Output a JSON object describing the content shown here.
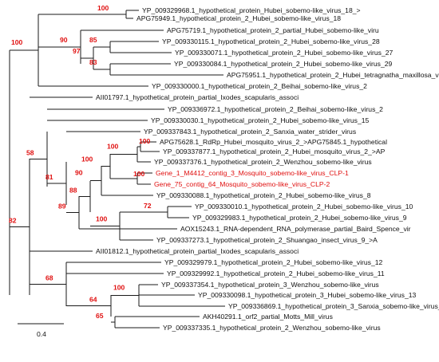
{
  "tree": {
    "leaves": [
      {
        "id": "L1",
        "label": "YP_009329968.1_hypothetical_protein_Hubei_sobemo-like_virus_18_>"
      },
      {
        "id": "L2",
        "label": "APG75949.1_hypothetical_protein_2_Hubei_sobemo-like_virus_18"
      },
      {
        "id": "L3",
        "label": "APG75719.1_hypothetical_protein_2_partial_Hubei_sobemo-like_viru"
      },
      {
        "id": "L4",
        "label": "YP_009330115.1_hypothetical_protein_2_Hubei_sobemo-like_virus_28"
      },
      {
        "id": "L5",
        "label": "YP_009330071.1_hypothetical_protein_2_Hubei_sobemo-like_virus_27"
      },
      {
        "id": "L6",
        "label": "YP_009330084.1_hypothetical_protein_2_Hubei_sobemo-like_virus_29"
      },
      {
        "id": "L7",
        "label": "APG75951.1_hypothetical_protein_2_Hubei_tetragnatha_maxillosa_vi"
      },
      {
        "id": "L8",
        "label": "YP_009330000.1_hypothetical_protein_2_Beihai_sobemo-like_virus_2"
      },
      {
        "id": "L9",
        "label": "AII01797.1_hypothetical_protein_partial_Ixodes_scapularis_associ"
      },
      {
        "id": "L10",
        "label": "YP_009336972.1_hypothetical_protein_2_Beihai_sobemo-like_virus_2"
      },
      {
        "id": "L11",
        "label": "YP_009330030.1_hypothetical_protein_2_Hubei_sobemo-like_virus_15"
      },
      {
        "id": "L12",
        "label": "YP_009337843.1_hypothetical_protein_2_Sanxia_water_strider_virus"
      },
      {
        "id": "L13",
        "label": "APG75628.1_RdRp_Hubei_mosquito_virus_2_>APG75845.1_hypothetical"
      },
      {
        "id": "L14",
        "label": "YP_009337877.1_hypothetical_protein_2_Hubei_mosquito_virus_2_>AP"
      },
      {
        "id": "L15",
        "label": "YP_009337376.1_hypothetical_protein_2_Wenzhou_sobemo-like_virus"
      },
      {
        "id": "L16",
        "label": "Gene_1_M4412_contig_3_Mosquito_sobemo-like_virus_CLP-1",
        "highlight": true
      },
      {
        "id": "L17",
        "label": "Gene_75_contig_64_Mosquito_sobemo-like_virus_CLP-2",
        "highlight": true
      },
      {
        "id": "L18",
        "label": "YP_009330088.1_hypothetical_protein_2_Hubei_sobemo-like_virus_8"
      },
      {
        "id": "L19",
        "label": "YP_009330010.1_hypothetical_protein_2_Hubei_sobemo-like_virus_10"
      },
      {
        "id": "L20",
        "label": "YP_009329983.1_hypothetical_protein_2_Hubei_sobemo-like_virus_9"
      },
      {
        "id": "L21",
        "label": "AOX15243.1_RNA-dependent_RNA_polymerase_partial_Baird_Spence_vir"
      },
      {
        "id": "L22",
        "label": "YP_009337273.1_hypothetical_protein_2_Shuangao_insect_virus_9_>A"
      },
      {
        "id": "L23",
        "label": "AII01812.1_hypothetical_protein_partial_Ixodes_scapularis_associ"
      },
      {
        "id": "L24",
        "label": "YP_009329979.1_hypothetical_protein_2_Hubei_sobemo-like_virus_12"
      },
      {
        "id": "L25",
        "label": "YP_009329992.1_hypothetical_protein_2_Hubei_sobemo-like_virus_11"
      },
      {
        "id": "L26",
        "label": "YP_009337354.1_hypothetical_protein_3_Wenzhou_sobemo-like_virus"
      },
      {
        "id": "L27",
        "label": "YP_009330098.1_hypothetical_protein_3_Hubei_sobemo-like_virus_13"
      },
      {
        "id": "L28",
        "label": "YP_009336869.1_hypothetical_protein_3_Sanxia_sobemo-like_virus_1"
      },
      {
        "id": "L29",
        "label": "AKH40291.1_orf2_partial_Motts_Mill_virus"
      },
      {
        "id": "L30",
        "label": "YP_009337335.1_hypothetical_protein_2_Wenzhou_sobemo-like_virus"
      }
    ],
    "supports": [
      {
        "node": "N1",
        "value": "100"
      },
      {
        "node": "N2",
        "value": "100"
      },
      {
        "node": "N3",
        "value": "90"
      },
      {
        "node": "N4",
        "value": "85"
      },
      {
        "node": "N5",
        "value": "97"
      },
      {
        "node": "N6",
        "value": "83"
      },
      {
        "node": "N7",
        "value": "100"
      },
      {
        "node": "N8",
        "value": "100"
      },
      {
        "node": "N9",
        "value": "100"
      },
      {
        "node": "N10",
        "value": "100"
      },
      {
        "node": "N11",
        "value": "90"
      },
      {
        "node": "N12",
        "value": "72"
      },
      {
        "node": "N13",
        "value": "100"
      },
      {
        "node": "N14",
        "value": "88"
      },
      {
        "node": "N15",
        "value": "89"
      },
      {
        "node": "N16",
        "value": "81"
      },
      {
        "node": "N17",
        "value": "58"
      },
      {
        "node": "N18",
        "value": "82"
      },
      {
        "node": "N19",
        "value": "100"
      },
      {
        "node": "N20",
        "value": "64"
      },
      {
        "node": "N21",
        "value": "65"
      },
      {
        "node": "N22",
        "value": "68"
      }
    ],
    "scale_bar": {
      "value": 0.4,
      "label": "0.4"
    },
    "colors": {
      "branch": "#1a1a1a",
      "support": "#e01010",
      "highlight": "#e01010"
    }
  }
}
